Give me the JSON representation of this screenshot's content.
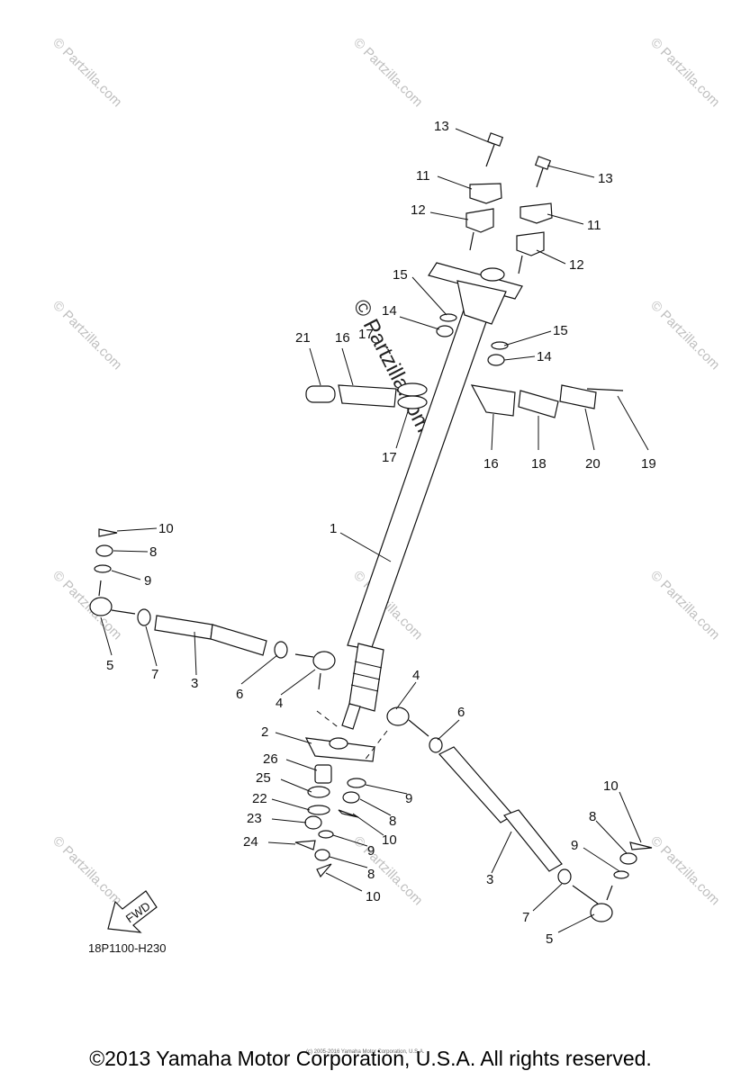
{
  "watermark": "© Partzilla.com",
  "diagram_code": "18P1100-H230",
  "fwd_label": "FWD",
  "small_copyright": "(c) 2005-2016 Yamaha Motor Corporation, U.S.A.",
  "footer": "©2013 Yamaha Motor Corporation, U.S.A. All rights reserved.",
  "callouts": [
    "13",
    "11",
    "12",
    "13",
    "11",
    "12",
    "15",
    "14",
    "17",
    "21",
    "16",
    "15",
    "14",
    "17",
    "16",
    "18",
    "20",
    "19",
    "1",
    "10",
    "8",
    "9",
    "5",
    "7",
    "3",
    "6",
    "4",
    "4",
    "6",
    "2",
    "26",
    "9",
    "25",
    "8",
    "22",
    "23",
    "10",
    "24",
    "9",
    "8",
    "10",
    "3",
    "10",
    "8",
    "9",
    "7",
    "5"
  ]
}
